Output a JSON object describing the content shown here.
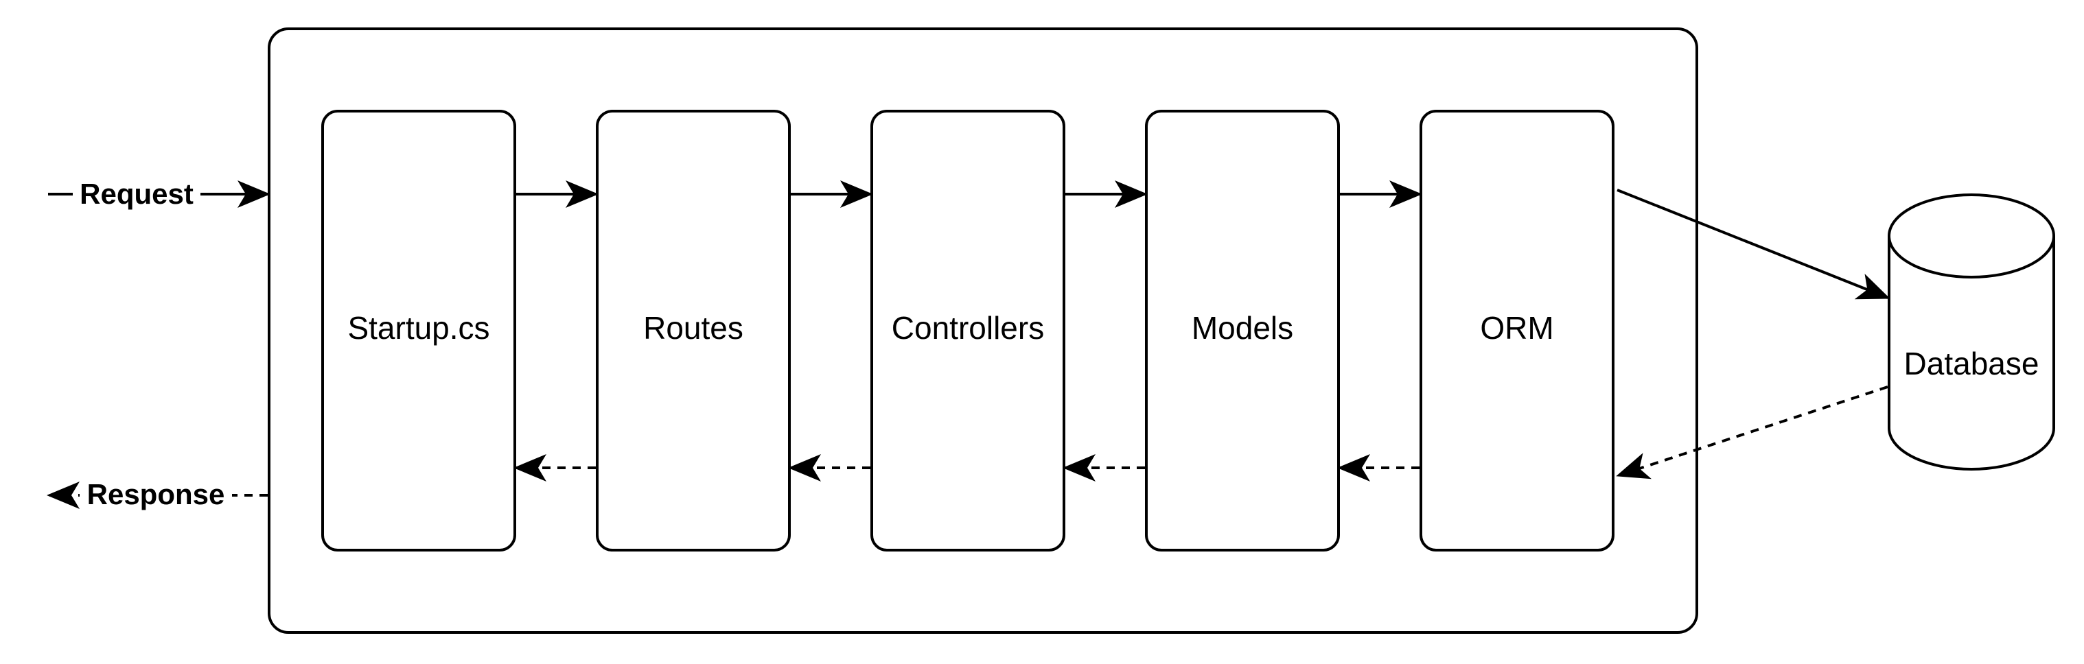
{
  "diagram": {
    "request_label": "Request",
    "response_label": "Response",
    "stages": [
      {
        "id": "startup",
        "label": "Startup.cs"
      },
      {
        "id": "routes",
        "label": "Routes"
      },
      {
        "id": "controllers",
        "label": "Controllers"
      },
      {
        "id": "models",
        "label": "Models"
      },
      {
        "id": "orm",
        "label": "ORM"
      }
    ],
    "database_label": "Database",
    "colors": {
      "stroke": "#000000",
      "fill": "#ffffff",
      "text": "#000000"
    }
  }
}
